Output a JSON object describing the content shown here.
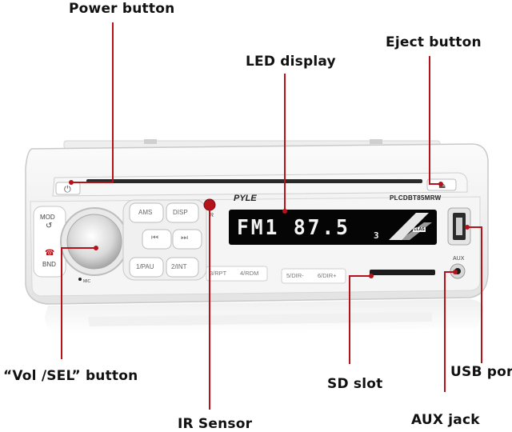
{
  "callouts": {
    "power": "Power button",
    "led": "LED display",
    "eject": "Eject button",
    "vol": "“Vol /SEL” button",
    "ir": "IR Sensor",
    "sd": "SD slot",
    "aux": "AUX jack",
    "usb": "USB port"
  },
  "radio": {
    "brand": "PYLE",
    "model": "PLCDBT85MRW",
    "display_text": "FM1 87.5",
    "display_channel": "3",
    "display_badge": "CLAS",
    "buttons": {
      "mod": "MOD",
      "bnd": "BND",
      "ams": "AMS",
      "disp": "DISP",
      "prev": "⏮",
      "next": "⏭",
      "b1": "1/PAU",
      "b2": "2/INT",
      "b3": "3/RPT",
      "b4": "4/RDM",
      "b5": "5/DIR-",
      "b6": "6/DIR+"
    },
    "ir_label": "R",
    "mic_label": "MIC",
    "aux_label": "AUX"
  },
  "colors": {
    "accent": "#b5121b",
    "faceplate": "#f2f2f2",
    "display_bg": "#050505",
    "display_text": "#f4f4f4"
  }
}
